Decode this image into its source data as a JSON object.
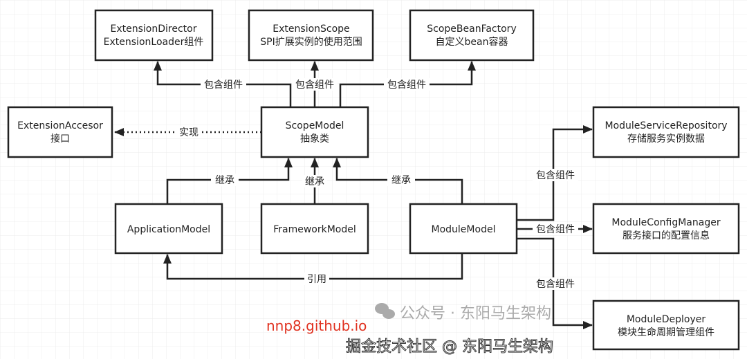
{
  "nodes": {
    "extension_director": {
      "line1": "ExtensionDirector",
      "line2": "ExtensionLoader组件"
    },
    "extension_scope": {
      "line1": "ExtensionScope",
      "line2": "SPI扩展实例的使用范围"
    },
    "scope_bean_factory": {
      "line1": "ScopeBeanFactory",
      "line2": "自定义bean容器"
    },
    "extension_accesor": {
      "line1": "ExtensionAccesor",
      "line2": "接口"
    },
    "scope_model": {
      "line1": "ScopeModel",
      "line2": "抽象类"
    },
    "module_service_repository": {
      "line1": "ModuleServiceRepository",
      "line2": "存储服务实例数据"
    },
    "application_model": {
      "line1": "ApplicationModel"
    },
    "framework_model": {
      "line1": "FrameworkModel"
    },
    "module_model": {
      "line1": "ModuleModel"
    },
    "module_config_manager": {
      "line1": "ModuleConfigManager",
      "line2": "服务接口的配置信息"
    },
    "module_deployer": {
      "line1": "ModuleDeployer",
      "line2": "模块生命周期管理组件"
    }
  },
  "edges": {
    "contains": "包含组件",
    "implements": "实现",
    "inherits": "继承",
    "references": "引用"
  },
  "overlay": {
    "site": "nnp8.github.io",
    "watermark_faint": "公众号 · 东阳马生架构",
    "watermark": "掘金技术社区 @ 东阳马生架构"
  },
  "colors": {
    "site": "#e0301e",
    "line": "#222222"
  }
}
